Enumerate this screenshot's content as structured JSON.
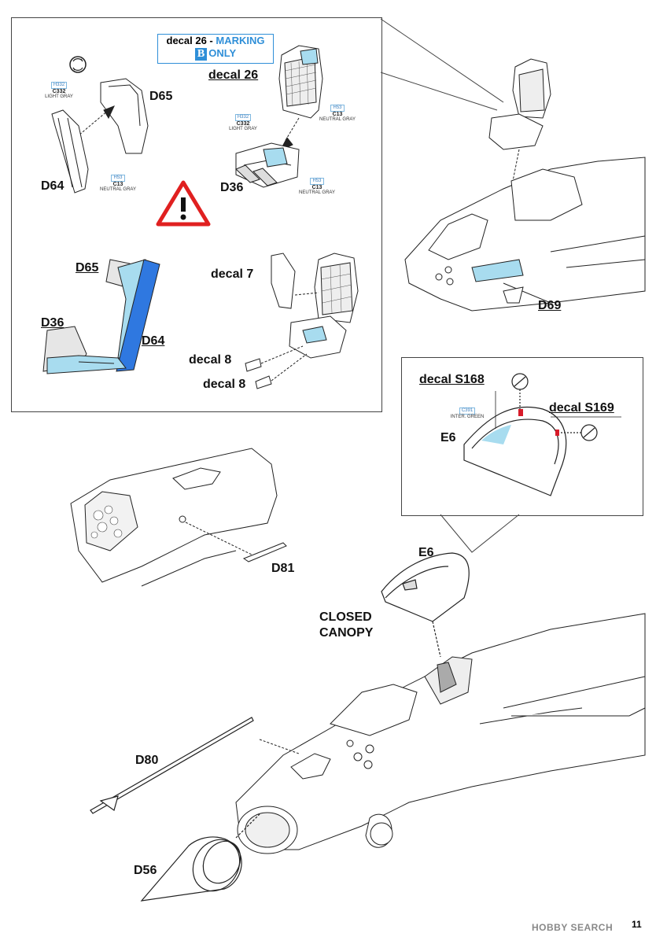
{
  "notice": {
    "line1_black": "decal 26 - ",
    "line1_blue": "MARKING",
    "badge": "B",
    "line2": "ONLY"
  },
  "labels": {
    "decal26": "decal 26",
    "d65_top": "D65",
    "d64_top": "D64",
    "d36_top": "D36",
    "d65_diag": "D65",
    "d36_diag": "D36",
    "d64_diag": "D64",
    "decal7": "decal 7",
    "decal8a": "decal 8",
    "decal8b": "decal 8",
    "d69": "D69",
    "decalS168": "decal S168",
    "decalS169": "decal S169",
    "e6_inset": "E6",
    "d81": "D81",
    "e6_main": "E6",
    "closed_canopy_1": "CLOSED",
    "closed_canopy_2": "CANOPY",
    "d80": "D80",
    "d56": "D56"
  },
  "paints": [
    {
      "code": "H332",
      "code2": "C332",
      "name": "LIGHT GRAY"
    },
    {
      "code": "H53",
      "code2": "C13",
      "name": "NEUTRAL GRAY"
    },
    {
      "code": "H332",
      "code2": "C332",
      "name": "LIGHT GRAY"
    },
    {
      "code": "H53",
      "code2": "C13",
      "name": "NEUTRAL GRAY"
    },
    {
      "code": "H53",
      "code2": "C13",
      "name": "NEUTRAL GRAY"
    },
    {
      "code2": "C391",
      "name": "INTER. GREEN"
    }
  ],
  "page_number": "11",
  "watermark": "HOBBY SEARCH",
  "colors": {
    "accent_blue": "#2f8fd8",
    "light_blue": "#a8dcef",
    "warning_red": "#e02020",
    "red_marker": "#d81b2a"
  }
}
